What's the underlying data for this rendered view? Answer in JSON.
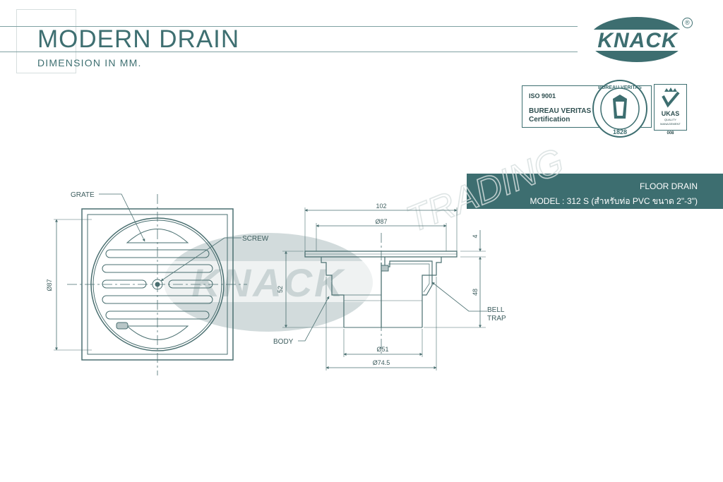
{
  "header": {
    "title": "MODERN DRAIN",
    "subtitle": "DIMENSION IN MM."
  },
  "brand": {
    "logo_text": "KNACK",
    "registered_mark": "®",
    "watermark_text": "KNACK",
    "watermark_arc_text": "TRADING"
  },
  "certification": {
    "iso": "ISO 9001",
    "body": "BUREAU VERITAS",
    "label": "Certification",
    "seal_top": "BUREAU VERITAS",
    "seal_year": "1828",
    "ukas_name": "UKAS",
    "ukas_sub1": "QUALITY",
    "ukas_sub2": "MANAGEMENT",
    "ukas_number": "008"
  },
  "product": {
    "category": "FLOOR DRAIN",
    "model": "MODEL : 312 S (สำหรับท่อ PVC ขนาด 2\"-3\")"
  },
  "drawing": {
    "labels": {
      "grate": "GRATE",
      "screw": "SCREW",
      "body": "BODY",
      "bell": "BELL",
      "trap": "TRAP"
    },
    "dimensions": {
      "top_diameter": "Ø87",
      "overall_width": "102",
      "inner_diameter": "Ø87",
      "flange": "4",
      "body_height": "52",
      "total_height": "48",
      "pipe_diameter": "Ø51",
      "base_diameter": "Ø74.5"
    }
  },
  "colors": {
    "primary": "#3d6e70",
    "line": "#4a6f70",
    "watermark": "#c9d4d5"
  }
}
